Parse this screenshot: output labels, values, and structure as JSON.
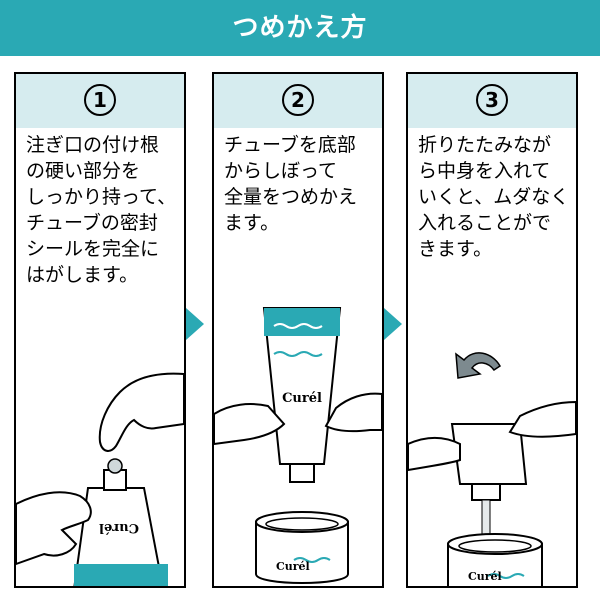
{
  "header": {
    "title": "つめかえ方"
  },
  "steps": [
    {
      "number": "1",
      "lines": [
        "注ぎ口の付け根",
        "の硬い部分を",
        "しっかり持って、",
        "チューブの密封",
        "シールを完全に",
        "はがします。"
      ]
    },
    {
      "number": "2",
      "lines": [
        "チューブを底部",
        "からしぼって",
        "全量をつめかえ",
        "ます。"
      ]
    },
    {
      "number": "3",
      "lines": [
        "折りたたみなが",
        "ら中身を入れて",
        "いくと、ムダなく",
        "入れることがで",
        "きます。"
      ]
    }
  ],
  "brand": "Curél",
  "colors": {
    "accent": "#2aa9b4",
    "step_bg": "#d6ecef"
  }
}
